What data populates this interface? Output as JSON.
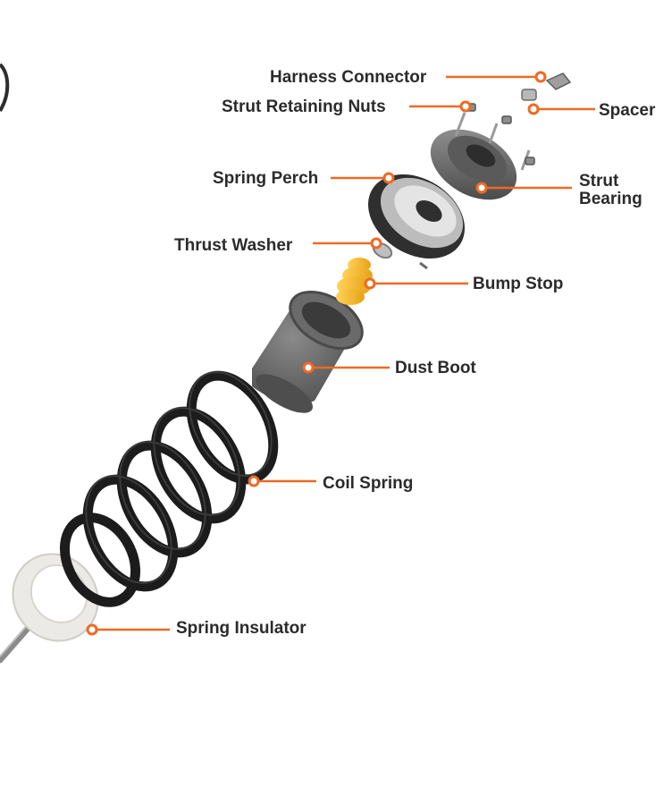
{
  "labels": {
    "harness_connector": "Harness Connector",
    "strut_retaining_nuts": "Strut Retaining Nuts",
    "spacer": "Spacer",
    "spring_perch": "Spring Perch",
    "strut_bearing_line1": "Strut",
    "strut_bearing_line2": "Bearing",
    "thrust_washer": "Thrust Washer",
    "bump_stop": "Bump Stop",
    "dust_boot": "Dust Boot",
    "coil_spring": "Coil Spring",
    "spring_insulator": "Spring Insulator"
  },
  "colors": {
    "accent": "#ee6a24",
    "label_text": "#2b2b2b",
    "bump_stop": "#f5b82a",
    "spring": "#1c1c1c",
    "dust_boot": "#5d5d5d"
  }
}
